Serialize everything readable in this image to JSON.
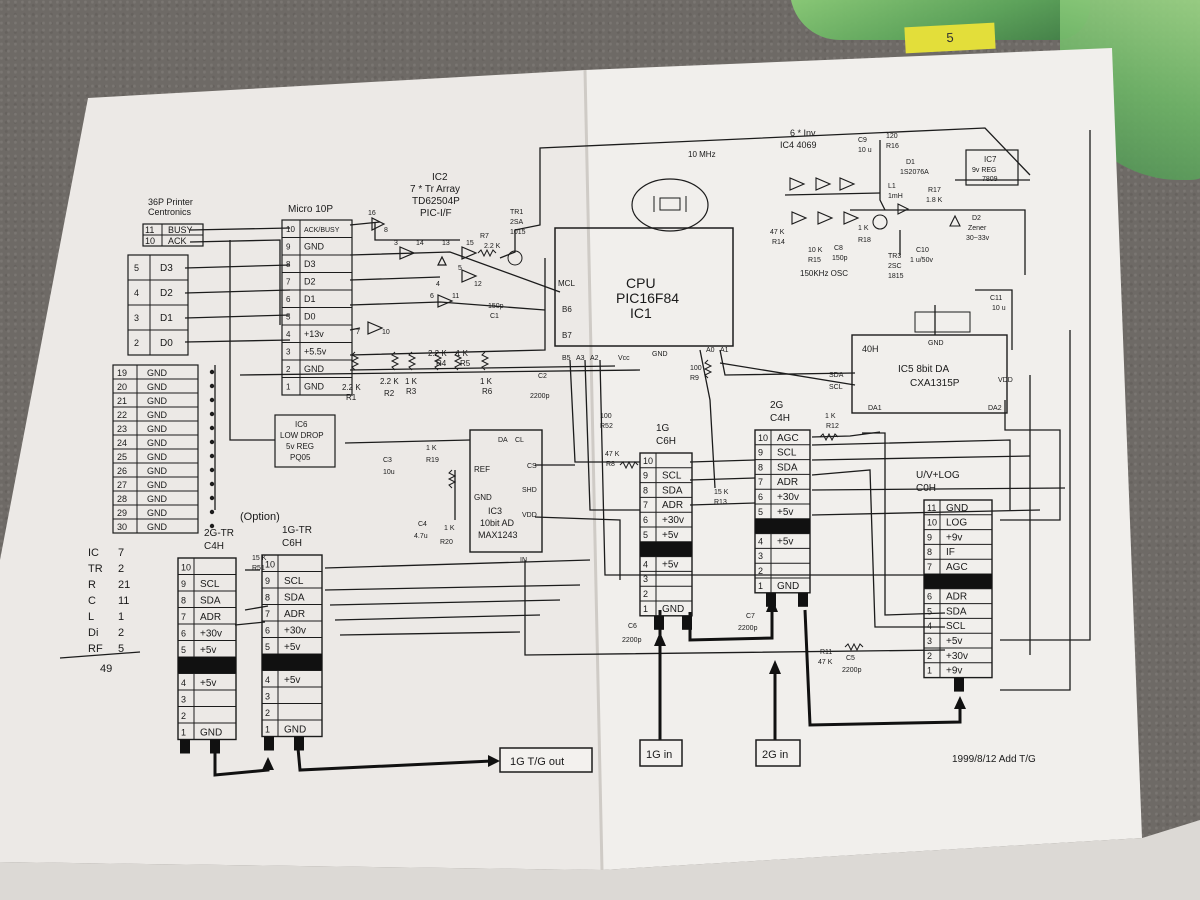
{
  "printer": {
    "title_line1": "36P Printer",
    "title_line2": "Centronics",
    "busy": {
      "num": "11",
      "label": "BUSY"
    },
    "ack": {
      "num": "10",
      "label": "ACK"
    },
    "data_pins": [
      {
        "num": "5",
        "label": "D3"
      },
      {
        "num": "4",
        "label": "D2"
      },
      {
        "num": "3",
        "label": "D1"
      },
      {
        "num": "2",
        "label": "D0"
      }
    ],
    "gnd_pins": [
      "19",
      "20",
      "21",
      "22",
      "23",
      "24",
      "25",
      "26",
      "27",
      "28",
      "29",
      "30"
    ],
    "gnd_label": "GND"
  },
  "micro": {
    "title": "Micro 10P",
    "pins": [
      {
        "num": "10",
        "label": "ACK/BUSY"
      },
      {
        "num": "9",
        "label": "GND"
      },
      {
        "num": "8",
        "label": "D3"
      },
      {
        "num": "7",
        "label": "D2"
      },
      {
        "num": "6",
        "label": "D1"
      },
      {
        "num": "5",
        "label": "D0"
      },
      {
        "num": "4",
        "label": "+13v"
      },
      {
        "num": "3",
        "label": "+5.5v"
      },
      {
        "num": "2",
        "label": "GND"
      },
      {
        "num": "1",
        "label": "GND"
      }
    ]
  },
  "ic2": {
    "name": "IC2",
    "line2": "7 * Tr Array",
    "line3": "TD62504P",
    "line4": "PIC-I/F"
  },
  "tr1": {
    "line1": "TR1",
    "line2": "2SA",
    "line3": "1015"
  },
  "r7": {
    "name": "R7",
    "value": "2.2 K"
  },
  "crystal": {
    "label": "10 MHz"
  },
  "cpu": {
    "line1": "CPU",
    "line2": "PIC16F84",
    "line3": "IC1",
    "mcl": "MCL",
    "b6": "B6",
    "b7": "B7",
    "b5": "B5",
    "a3": "A3",
    "a2": "A2",
    "vcc": "Vcc",
    "gnd": "GND",
    "a0": "A0",
    "a1": "A1"
  },
  "ic4": {
    "line1": "6 * Inv",
    "line2": "IC4  4069"
  },
  "osc_label": "150KHz  OSC",
  "ic7": {
    "line1": "IC7",
    "line2": "9v REG",
    "line3": "7809"
  },
  "d1": {
    "line1": "D1",
    "line2": "1S2076A"
  },
  "d2": {
    "line1": "D2",
    "line2": "Zener",
    "line3": "30~33v"
  },
  "l1": {
    "line1": "L1",
    "line2": "1mH"
  },
  "r16": {
    "line1": "120",
    "line2": "R16"
  },
  "r17": {
    "line1": "R17",
    "line2": "1.8 K"
  },
  "c9": {
    "line1": "C9",
    "line2": "10 u"
  },
  "c10": {
    "line1": "C10",
    "line2": "1 u/50v"
  },
  "c11": {
    "line1": "C11",
    "line2": "10 u"
  },
  "tr3": {
    "line1": "TR3",
    "line2": "2SC",
    "line3": "1815"
  },
  "osc_parts": {
    "r14": "47 K",
    "r14n": "R14",
    "r15": "10 K",
    "r15n": "R15",
    "c8": "C8",
    "c8v": "150p",
    "r18": "1 K",
    "r18n": "R18"
  },
  "ic5": {
    "pin": "40H",
    "line1": "IC5  8bit DA",
    "line2": "CXA1315P",
    "sda": "SDA",
    "scl": "SCL",
    "vdd": "VDD",
    "da1": "DA1",
    "da2": "DA2",
    "gnd": "GND"
  },
  "resistors": {
    "r1": "2.2 K",
    "r1n": "R1",
    "r2": "2.2 K",
    "r2n": "R2",
    "r3": "1 K",
    "r3n": "R3",
    "r4": "2.2 K",
    "r4n": "R4",
    "r5": "1 K",
    "r5n": "R5",
    "r6": "1 K",
    "r6n": "R6",
    "r8": "47 K",
    "r8n": "R8",
    "r9": "100",
    "r9n": "R9",
    "r52": "100",
    "r52n": "R52",
    "r12": "1 K",
    "r12n": "R12",
    "r13": "15 K",
    "r13n": "R13",
    "r11": "47 K",
    "r11n": "R11",
    "r19": "1 K",
    "r19n": "R19",
    "r20": "1 K",
    "r20n": "R20",
    "r51": "15 K",
    "r51n": "R51"
  },
  "caps": {
    "c1": "150p",
    "c1n": "C1",
    "c2": "2200p",
    "c2n": "C2",
    "c3n": "C3",
    "c3": "10u",
    "c4n": "C4",
    "c4": "4.7u",
    "c5n": "C5",
    "c5": "2200p",
    "c6n": "C6",
    "c6": "2200p",
    "c7n": "C7",
    "c7": "2200p"
  },
  "ic6": {
    "line1": "IC6",
    "line2": "LOW DROP",
    "line3": "5v REG",
    "line4": "PQ05"
  },
  "ic3": {
    "line1": "IC3",
    "line2": "10bit AD",
    "line3": "MAX1243",
    "da": "DA",
    "cl": "CL",
    "ref": "REF",
    "gnd": "GND",
    "cs": "CS",
    "shd": "SHD",
    "vdd": "VDD",
    "in": "IN"
  },
  "conn_1g": {
    "title1": "1G",
    "title2": "C6H",
    "pins": [
      {
        "num": "10",
        "label": ""
      },
      {
        "num": "9",
        "label": "SCL"
      },
      {
        "num": "8",
        "label": "SDA"
      },
      {
        "num": "7",
        "label": "ADR"
      },
      {
        "num": "6",
        "label": "+30v"
      },
      {
        "num": "5",
        "label": "+5v"
      },
      {
        "num": "",
        "label": ""
      },
      {
        "num": "4",
        "label": "+5v"
      },
      {
        "num": "3",
        "label": ""
      },
      {
        "num": "2",
        "label": ""
      },
      {
        "num": "1",
        "label": "GND"
      }
    ]
  },
  "conn_2g": {
    "title1": "2G",
    "title2": "C4H",
    "pins": [
      {
        "num": "10",
        "label": "AGC"
      },
      {
        "num": "9",
        "label": "SCL"
      },
      {
        "num": "8",
        "label": "SDA"
      },
      {
        "num": "7",
        "label": "ADR"
      },
      {
        "num": "6",
        "label": "+30v"
      },
      {
        "num": "5",
        "label": "+5v"
      },
      {
        "num": "",
        "label": ""
      },
      {
        "num": "4",
        "label": "+5v"
      },
      {
        "num": "3",
        "label": ""
      },
      {
        "num": "2",
        "label": ""
      },
      {
        "num": "1",
        "label": "GND"
      }
    ]
  },
  "conn_uv": {
    "title1": "U/V+LOG",
    "title2": "C0H",
    "pins": [
      {
        "num": "11",
        "label": "GND"
      },
      {
        "num": "10",
        "label": "LOG"
      },
      {
        "num": "9",
        "label": "+9v"
      },
      {
        "num": "8",
        "label": "IF"
      },
      {
        "num": "7",
        "label": "AGC"
      },
      {
        "num": "",
        "label": ""
      },
      {
        "num": "6",
        "label": "ADR"
      },
      {
        "num": "5",
        "label": "SDA"
      },
      {
        "num": "4",
        "label": "SCL"
      },
      {
        "num": "3",
        "label": "+5v"
      },
      {
        "num": "2",
        "label": "+30v"
      },
      {
        "num": "1",
        "label": "+9v"
      }
    ]
  },
  "option": {
    "title": "(Option)",
    "left1": "2G-TR",
    "left2": "C4H",
    "right1": "1G-TR",
    "right2": "C6H",
    "left_pins": [
      {
        "num": "10",
        "label": ""
      },
      {
        "num": "9",
        "label": "SCL"
      },
      {
        "num": "8",
        "label": "SDA"
      },
      {
        "num": "7",
        "label": "ADR"
      },
      {
        "num": "6",
        "label": "+30v"
      },
      {
        "num": "5",
        "label": "+5v"
      },
      {
        "num": "",
        "label": ""
      },
      {
        "num": "4",
        "label": "+5v"
      },
      {
        "num": "3",
        "label": ""
      },
      {
        "num": "2",
        "label": ""
      },
      {
        "num": "1",
        "label": "GND"
      }
    ],
    "right_pins": [
      {
        "num": "10",
        "label": ""
      },
      {
        "num": "9",
        "label": "SCL"
      },
      {
        "num": "8",
        "label": "SDA"
      },
      {
        "num": "7",
        "label": "ADR"
      },
      {
        "num": "6",
        "label": "+30v"
      },
      {
        "num": "5",
        "label": "+5v"
      },
      {
        "num": "",
        "label": ""
      },
      {
        "num": "4",
        "label": "+5v"
      },
      {
        "num": "3",
        "label": ""
      },
      {
        "num": "2",
        "label": ""
      },
      {
        "num": "1",
        "label": "GND"
      }
    ]
  },
  "parts_count": [
    {
      "name": "IC",
      "count": "7"
    },
    {
      "name": "TR",
      "count": "2"
    },
    {
      "name": "R",
      "count": "21"
    },
    {
      "name": "C",
      "count": "11"
    },
    {
      "name": "L",
      "count": "1"
    },
    {
      "name": "Di",
      "count": "2"
    },
    {
      "name": "RF",
      "count": "5"
    }
  ],
  "parts_total": "49",
  "boxes": {
    "tg_out": "1G T/G out",
    "in_1g": "1G in",
    "in_2g": "2G in"
  },
  "date_note": "1999/8/12 Add  T/G",
  "misc_pins": {
    "p16": "16",
    "p8": "8",
    "p3": "3",
    "p14": "14",
    "p13": "13",
    "p15": "15",
    "p12": "12",
    "p4": "4",
    "p6": "6",
    "p11": "11",
    "p7": "7",
    "p10": "10",
    "p5": "5"
  },
  "tape_text": "5"
}
